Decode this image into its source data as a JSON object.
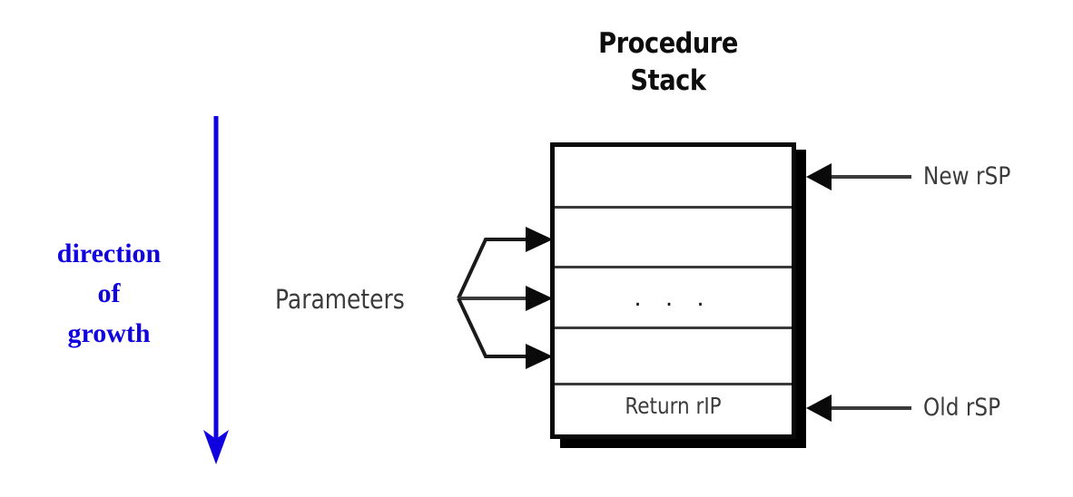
{
  "diagram": {
    "title": "Procedure\nStack",
    "growth_note": "direction\nof\ngrowth",
    "growth_note_color": "#1000e0",
    "parameters_label": "Parameters",
    "stack": {
      "rows": [
        {
          "text": ""
        },
        {
          "text": ""
        },
        {
          "text": ". . ."
        },
        {
          "text": ""
        },
        {
          "text": "Return rIP"
        }
      ]
    },
    "pointers": [
      {
        "label": "New rSP",
        "target_row": 0
      },
      {
        "label": "Old rSP",
        "target_row": 4
      }
    ]
  }
}
